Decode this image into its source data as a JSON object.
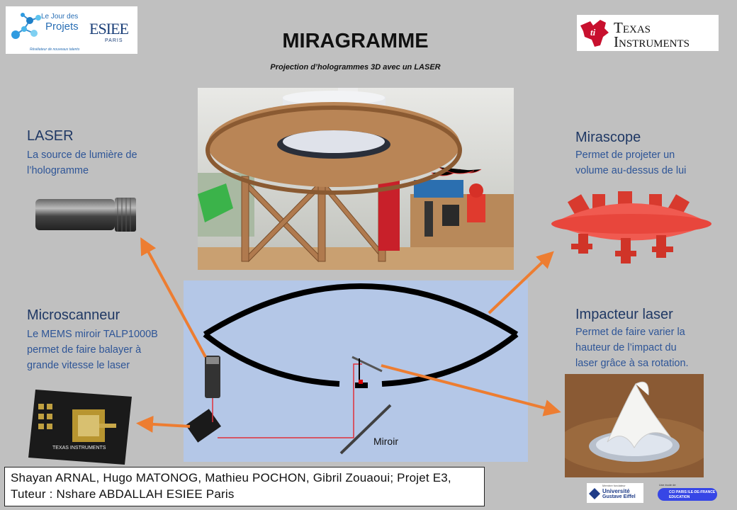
{
  "logos": {
    "jour_projets_line1": "Le Jour des",
    "jour_projets_line2": "Projets",
    "jour_projets_tagline": "Révélateur de nouveaux talents",
    "esiee": "ESIEE",
    "esiee_sub": "PARIS",
    "ti_line1": "Texas",
    "ti_line2": "Instruments",
    "ti_symbol": "ti",
    "uge_small": "Membre fondateur",
    "uge_line1": "Université",
    "uge_line2": "Gustave Eiffel",
    "cci_small": "Une école de",
    "cci_line1": "CCI PARIS ILE-DE-FRANCE",
    "cci_line2": "EDUCATION"
  },
  "header": {
    "title": "MIRAGRAMME",
    "subtitle": "Projection d’hologrammes 3D avec un LASER"
  },
  "sections": {
    "laser": {
      "title": "LASER",
      "desc_line1": "La source de lumière de",
      "desc_line2": "l’hologramme"
    },
    "mirascope": {
      "title": "Mirascope",
      "desc_line1": "Permet de projeter un",
      "desc_line2": "volume au-dessus de lui"
    },
    "microscanneur": {
      "title": "Microscanneur",
      "desc_line1": "Le MEMS miroir TALP1000B",
      "desc_line2": "permet de faire balayer à",
      "desc_line3": "grande vitesse le laser"
    },
    "impacteur": {
      "title": "Impacteur laser",
      "desc_line1": "Permet de faire varier la",
      "desc_line2": "hauteur de l’impact du",
      "desc_line3": "laser grâce à sa rotation."
    }
  },
  "diagram": {
    "miroir_label": "Miroir"
  },
  "board_label": "TEXAS INSTRUMENTS",
  "credits": {
    "line1": "Shayan ARNAL, Hugo MATONOG, Mathieu POCHON, Gibril Zouaoui; Projet E3,",
    "line2": "Tuteur : Nshare ABDALLAH  ESIEE Paris"
  },
  "colors": {
    "background": "#c0c0c0",
    "heading": "#1f3864",
    "body_text": "#2e5597",
    "arrow": "#ed7d31",
    "diagram_bg": "#b4c7e7",
    "laser_beam": "#e0303a",
    "ti_red": "#c8102e"
  }
}
